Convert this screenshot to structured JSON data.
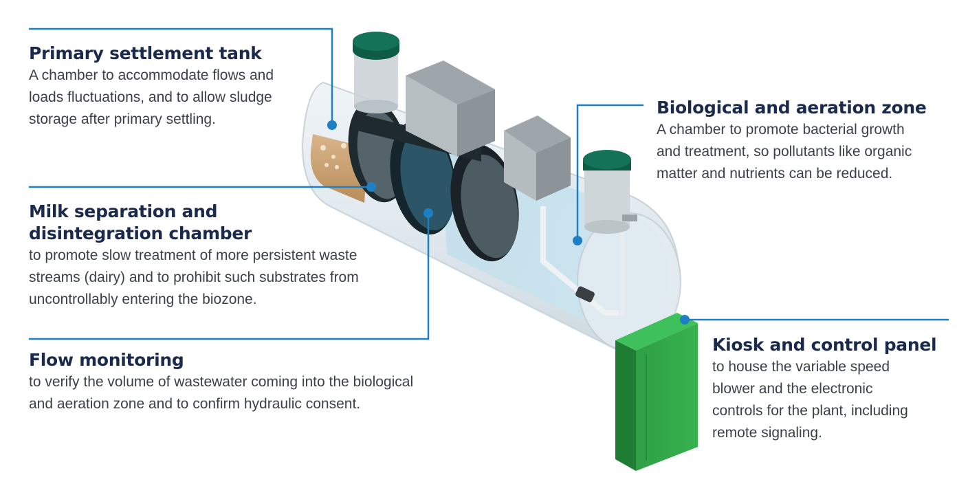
{
  "labels": {
    "primary": {
      "title": "Primary settlement tank",
      "desc": [
        "A chamber to accommodate flows and",
        "loads fluctuations, and to allow sludge",
        "storage after primary settling."
      ]
    },
    "milk": {
      "title": [
        "Milk separation and",
        "disintegration chamber"
      ],
      "desc": [
        "to promote slow treatment of more persistent waste",
        "streams (dairy) and to prohibit such substrates from",
        "uncontrollably entering the biozone."
      ]
    },
    "flow": {
      "title": "Flow monitoring",
      "desc": [
        "to verify the volume of wastewater coming into the biological",
        "and aeration zone and to confirm hydraulic consent."
      ]
    },
    "bio": {
      "title": "Biological and aeration zone",
      "desc": [
        "A chamber to promote bacterial growth",
        "and treatment, so pollutants like organic",
        "matter and nutrients can be reduced."
      ]
    },
    "kiosk": {
      "title": "Kiosk and control panel",
      "desc": [
        "to house the variable speed",
        "blower and the electronic",
        "controls for the plant, including",
        "remote signaling."
      ]
    }
  },
  "colors": {
    "leader": "#1d7fc4",
    "title": "#1a2a4c",
    "body": "#3a3f48",
    "kiosk": "#2fa84a",
    "lid": "#0e5c44"
  }
}
